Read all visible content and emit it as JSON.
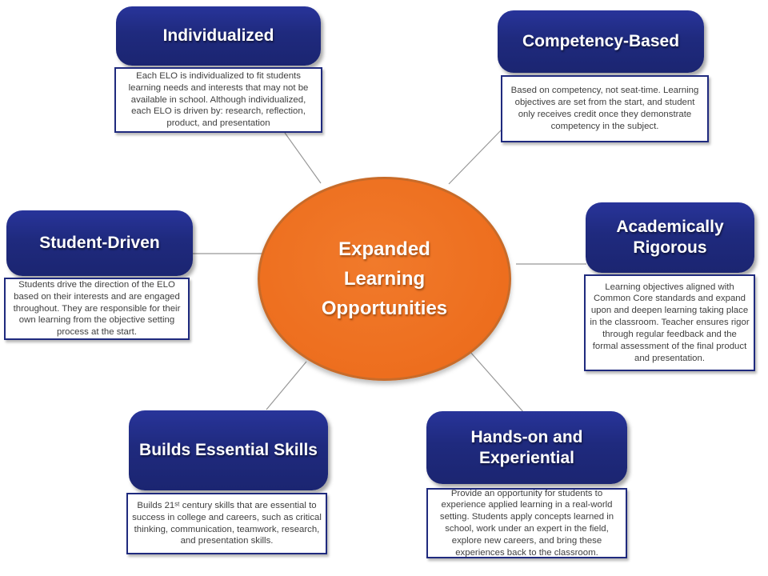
{
  "center": {
    "label": "Expanded\nLearning\nOpportunities"
  },
  "nodes": [
    {
      "id": "individualized",
      "title": "Individualized",
      "description": "Each ELO is individualized to fit students learning needs and interests that may not be available in school. Although individualized, each ELO is driven by: research, reflection, product, and presentation"
    },
    {
      "id": "competency-based",
      "title": "Competency-Based",
      "description": "Based on competency, not seat-time. Learning objectives are set from the start, and student only receives credit once they demonstrate competency in the subject."
    },
    {
      "id": "student-driven",
      "title": "Student-Driven",
      "description": "Students drive the direction of the ELO based on their interests and are engaged throughout. They are responsible for their own learning from the objective setting process at the start."
    },
    {
      "id": "academically-rigorous",
      "title": "Academically Rigorous",
      "description": "Learning objectives aligned with Common Core standards and expand upon and deepen learning taking place in the classroom. Teacher ensures rigor through regular feedback and the formal assessment of the final product and presentation."
    },
    {
      "id": "builds-essential-skills",
      "title": "Builds Essential Skills",
      "description": "Builds 21ˢᵗ century skills that are essential to success in college and careers, such as critical thinking, communication, teamwork, research, and presentation skills."
    },
    {
      "id": "hands-on-experiential",
      "title": "Hands-on and Experiential",
      "description": "Provide an opportunity for students to experience applied learning in a real-world setting. Students apply concepts learned in school, work under an expert in the field, explore new careers, and bring these experiences back to the classroom."
    }
  ],
  "colors": {
    "node_fill": "#1F2A7E",
    "node_title_text": "#FFFFFF",
    "desc_border": "#1F2A7E",
    "desc_text": "#3F3F3F",
    "center_fill": "#ED6E1E",
    "center_border": "#C86B29",
    "center_text": "#FFFFFF",
    "connector": "#979797",
    "background": "#FFFFFF"
  }
}
